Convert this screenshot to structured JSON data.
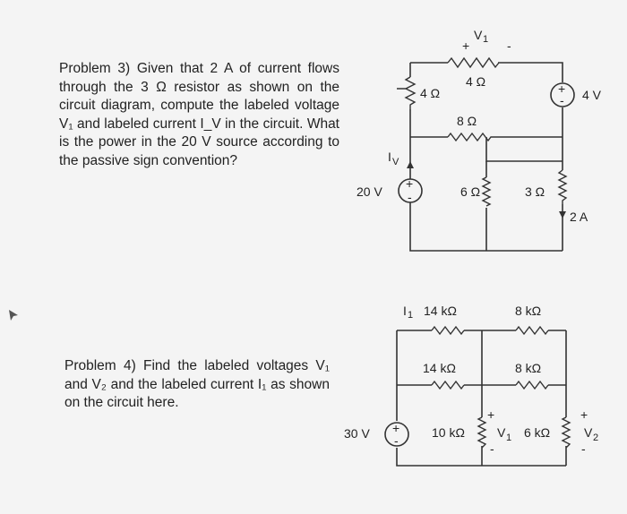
{
  "problem3": {
    "text": "Problem 3) Given that 2 A of current flows through the 3 Ω resistor as shown on the circuit diagram, compute the labeled voltage V₁ and labeled current I_V in the circuit. What is the power in the 20 V source according to the passive sign convention?"
  },
  "problem4": {
    "text": "Problem 4) Find the labeled voltages V₁ and V₂ and the labeled current I₁ as shown on the circuit here."
  },
  "circuit3": {
    "v1_label": "V",
    "v1_sub": "1",
    "plus": "+",
    "minus": "-",
    "r_top": "4 Ω",
    "r_left": "4 Ω",
    "r_mid": "8 Ω",
    "r_6": "6 Ω",
    "r_3": "3 Ω",
    "src_20": "20 V",
    "src_4": "4 V",
    "iv_label": "I",
    "iv_sub": "V",
    "current_2a": "2 A"
  },
  "circuit4": {
    "i1_label": "I",
    "i1_sub": "1",
    "r_14_top": "14 kΩ",
    "r_8_top": "8 kΩ",
    "r_14_mid": "14 kΩ",
    "r_8_mid": "8 kΩ",
    "r_10": "10 kΩ",
    "r_6": "6 kΩ",
    "v1_label": "V",
    "v1_sub": "1",
    "v2_label": "V",
    "v2_sub": "2",
    "src_30": "30 V",
    "plus": "+",
    "minus": "-"
  }
}
